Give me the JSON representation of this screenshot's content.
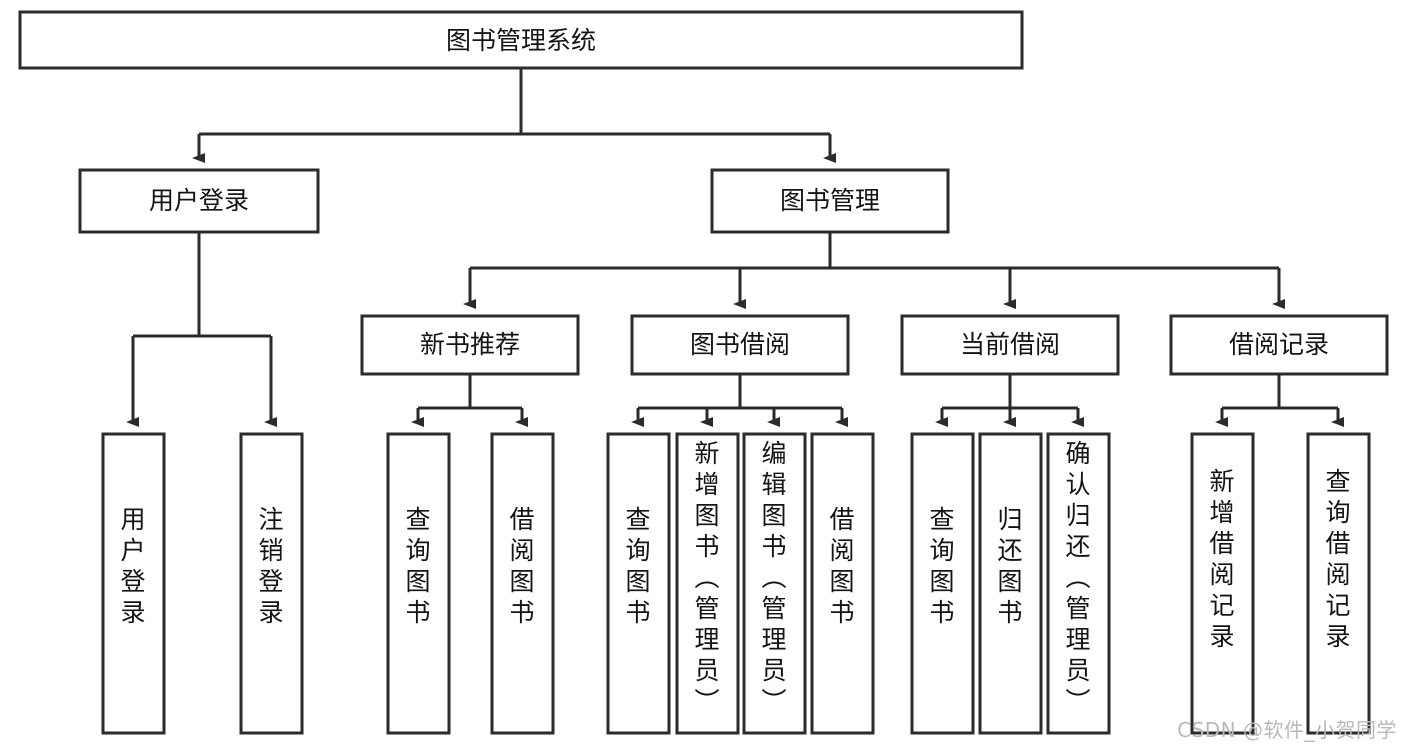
{
  "diagram": {
    "type": "tree-hierarchy",
    "title": "图书管理系统",
    "watermark": "CSDN @软件_小贺同学",
    "colors": {
      "box_stroke": "#2b2b2b",
      "box_fill": "#ffffff",
      "connector": "#2b2b2b",
      "background": "#ffffff",
      "text": "#141414",
      "watermark": "#b9b9b9"
    },
    "levels": [
      {
        "level": 1,
        "nodes": [
          {
            "id": "root",
            "label": "图书管理系统",
            "orientation": "horizontal"
          }
        ]
      },
      {
        "level": 2,
        "nodes": [
          {
            "id": "user-login",
            "label": "用户登录",
            "parent": "root",
            "orientation": "horizontal"
          },
          {
            "id": "book-manage",
            "label": "图书管理",
            "parent": "root",
            "orientation": "horizontal"
          }
        ]
      },
      {
        "level": 3,
        "nodes": [
          {
            "id": "new-book-rec",
            "label": "新书推荐",
            "parent": "book-manage",
            "orientation": "horizontal"
          },
          {
            "id": "book-borrow",
            "label": "图书借阅",
            "parent": "book-manage",
            "orientation": "horizontal"
          },
          {
            "id": "current-borrow",
            "label": "当前借阅",
            "parent": "book-manage",
            "orientation": "horizontal"
          },
          {
            "id": "borrow-record",
            "label": "借阅记录",
            "parent": "book-manage",
            "orientation": "horizontal"
          }
        ]
      },
      {
        "level": 4,
        "nodes": [
          {
            "id": "leaf-user-login",
            "label": "用户登录",
            "parent": "user-login",
            "orientation": "vertical"
          },
          {
            "id": "leaf-user-logout",
            "label": "注销登录",
            "parent": "user-login",
            "orientation": "vertical"
          },
          {
            "id": "leaf-rec-query",
            "label": "查询图书",
            "parent": "new-book-rec",
            "orientation": "vertical"
          },
          {
            "id": "leaf-rec-borrow",
            "label": "借阅图书",
            "parent": "new-book-rec",
            "orientation": "vertical"
          },
          {
            "id": "leaf-borrow-query",
            "label": "查询图书",
            "parent": "book-borrow",
            "orientation": "vertical"
          },
          {
            "id": "leaf-borrow-add",
            "label": "新增图书（管理员）",
            "parent": "book-borrow",
            "orientation": "vertical"
          },
          {
            "id": "leaf-borrow-edit",
            "label": "编辑图书（管理员）",
            "parent": "book-borrow",
            "orientation": "vertical"
          },
          {
            "id": "leaf-borrow-do",
            "label": "借阅图书",
            "parent": "book-borrow",
            "orientation": "vertical"
          },
          {
            "id": "leaf-cur-query",
            "label": "查询图书",
            "parent": "current-borrow",
            "orientation": "vertical"
          },
          {
            "id": "leaf-cur-return",
            "label": "归还图书",
            "parent": "current-borrow",
            "orientation": "vertical"
          },
          {
            "id": "leaf-cur-confirm",
            "label": "确认归还（管理员）",
            "parent": "current-borrow",
            "orientation": "vertical"
          },
          {
            "id": "leaf-rec-add",
            "label": "新增借阅记录",
            "parent": "borrow-record",
            "orientation": "vertical"
          },
          {
            "id": "leaf-rec-search",
            "label": "查询借阅记录",
            "parent": "borrow-record",
            "orientation": "vertical"
          }
        ]
      }
    ]
  }
}
